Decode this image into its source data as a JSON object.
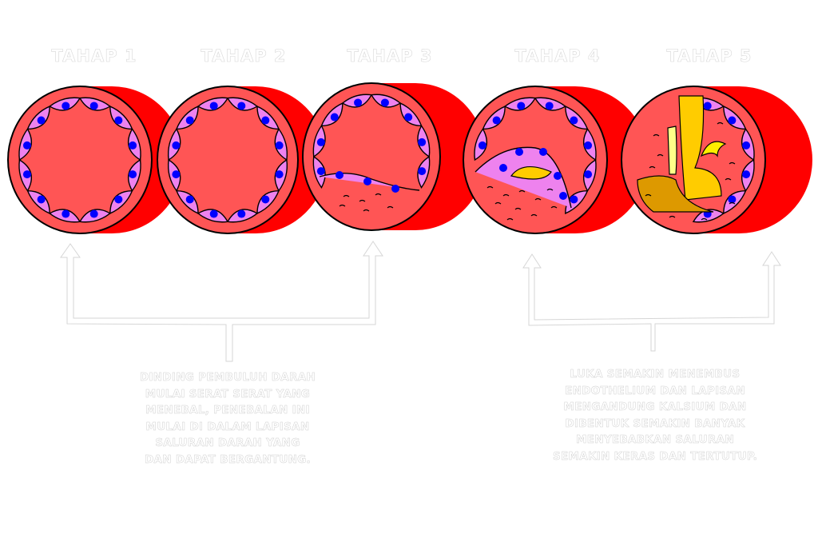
{
  "title": "Tahapan aterosklerosis pada pembuluh darah",
  "stages": [
    {
      "label": "TAHAP 1",
      "plaque": "none"
    },
    {
      "label": "TAHAP 2",
      "plaque": "none"
    },
    {
      "label": "TAHAP 3",
      "plaque": "small-fibrous"
    },
    {
      "label": "TAHAP 4",
      "plaque": "lipid-core"
    },
    {
      "label": "TAHAP 5",
      "plaque": "calcified-occluded"
    }
  ],
  "captions": {
    "early": {
      "lines": [
        "DINDING PEMBULUH DARAH",
        "MULAI SERAT SERAT YANG",
        "MENEBAL, PENEBALAN INI",
        "MULAI DI DALAM LAPISAN",
        "SALURAN DARAH YANG",
        "DAN DAPAT BERGANTUNG."
      ]
    },
    "late": {
      "lines": [
        "LUKA SEMAKIN MENEMBUS",
        "ENDOTHELIUM DAN LAPISAN",
        "MENGANDUNG KALSIUM DAN",
        "DIBENTUK SEMAKIN BANYAK",
        "MENYEBABKAN SALURAN",
        "SEMAKIN KERAS DAN TERTUTUP."
      ]
    }
  },
  "colors": {
    "vessel_outer": "#ff0000",
    "vessel_wall": "#ff5555",
    "endothelial_cell": "#ee82ee",
    "nucleus": "#0000ff",
    "lipid_core": "#ffcc00",
    "calcification_light": "#ffff88",
    "calcification_dark": "#dd9900",
    "outline": "#000000"
  }
}
